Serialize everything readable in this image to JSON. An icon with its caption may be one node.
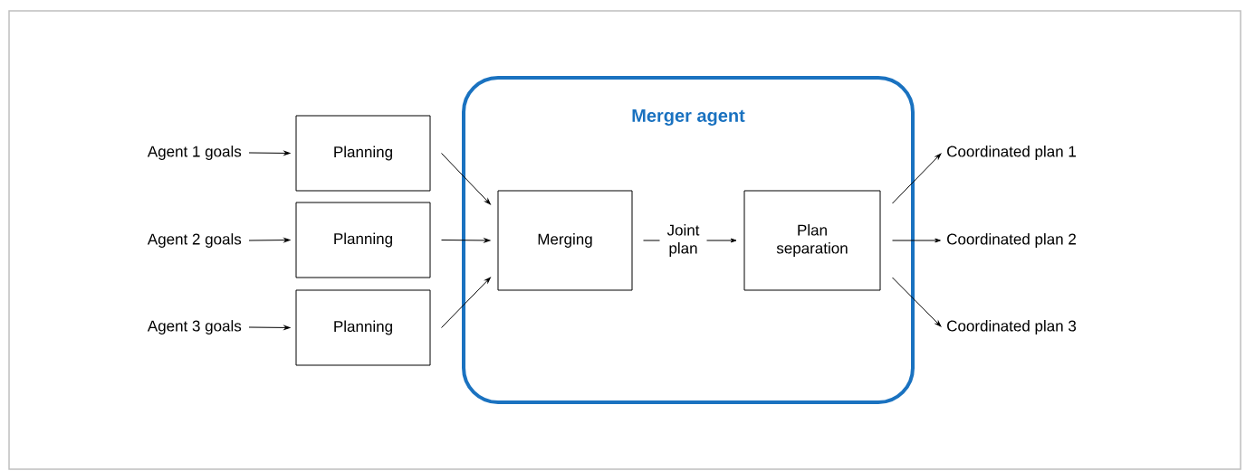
{
  "diagram": {
    "nodes": [
      {
        "text": [
          "Agent 1 goals"
        ]
      },
      {
        "text": [
          "Agent 2 goals"
        ]
      },
      {
        "text": [
          "Agent 3 goals"
        ]
      },
      {
        "text": [
          "Planning"
        ]
      },
      {
        "text": [
          "Planning"
        ]
      },
      {
        "text": [
          "Planning"
        ]
      },
      {
        "text": [
          "Merger agent"
        ]
      },
      {
        "text": [
          "Merging"
        ],
        "in": 6
      },
      {
        "text": [
          "Plan separation"
        ],
        "in": 6
      },
      {
        "text": [
          "Coordinated plan 1"
        ]
      },
      {
        "text": [
          "Coordinated plan 2"
        ]
      },
      {
        "text": [
          "Coordinated plan 3"
        ]
      }
    ],
    "edges": [
      {
        "from": 0,
        "to": 3,
        "arrow": "to"
      },
      {
        "from": 1,
        "to": 4,
        "arrow": "to"
      },
      {
        "from": 2,
        "to": 5,
        "arrow": "to"
      },
      {
        "from": 3,
        "to": 7,
        "arrow": "to"
      },
      {
        "from": 4,
        "to": 7,
        "arrow": "to"
      },
      {
        "from": 5,
        "to": 7,
        "arrow": "to"
      },
      {
        "from": 7,
        "to": 8,
        "arrow": "to",
        "label": "Joint plan"
      },
      {
        "from": 8,
        "to": 9,
        "arrow": "to"
      },
      {
        "from": 8,
        "to": 10,
        "arrow": "to"
      },
      {
        "from": 8,
        "to": 11,
        "arrow": "to"
      }
    ]
  }
}
